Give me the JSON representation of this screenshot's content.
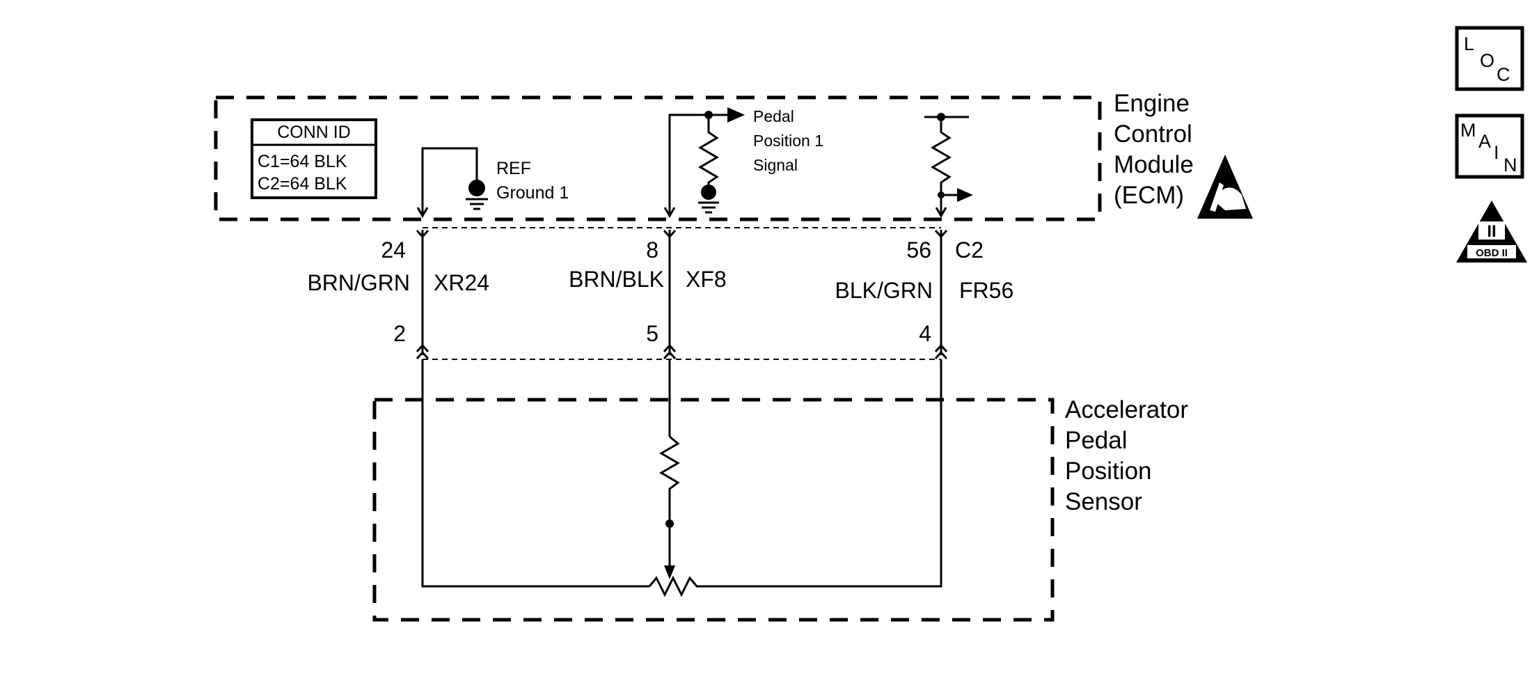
{
  "ecm": {
    "label_lines": [
      "Engine",
      "Control",
      "Module",
      "(ECM)"
    ],
    "conn_id": {
      "title": "CONN ID",
      "rows": [
        "C1=64 BLK",
        "C2=64 BLK"
      ]
    },
    "ref_ground_lines": [
      "REF",
      "Ground 1"
    ],
    "pedal_signal_lines": [
      "Pedal",
      "Position 1",
      "Signal"
    ],
    "connector_name": "C2"
  },
  "sensor": {
    "label_lines": [
      "Accelerator",
      "Pedal",
      "Position",
      "Sensor"
    ]
  },
  "circuits": [
    {
      "ecm_pin": "24",
      "wire_color": "BRN/GRN",
      "circuit_id": "XR24",
      "sensor_pin": "2"
    },
    {
      "ecm_pin": "8",
      "wire_color": "BRN/BLK",
      "circuit_id": "XF8",
      "sensor_pin": "5"
    },
    {
      "ecm_pin": "56",
      "wire_color": "BLK/GRN",
      "circuit_id": "FR56",
      "sensor_pin": "4"
    }
  ],
  "side_icons": {
    "loc": [
      "L",
      "O",
      "C"
    ],
    "main": [
      "M",
      "A",
      "I",
      "N"
    ],
    "obd": {
      "numeral": "II",
      "label": "OBD II"
    }
  },
  "colors": {
    "line": "#000000",
    "background": "#ffffff"
  }
}
